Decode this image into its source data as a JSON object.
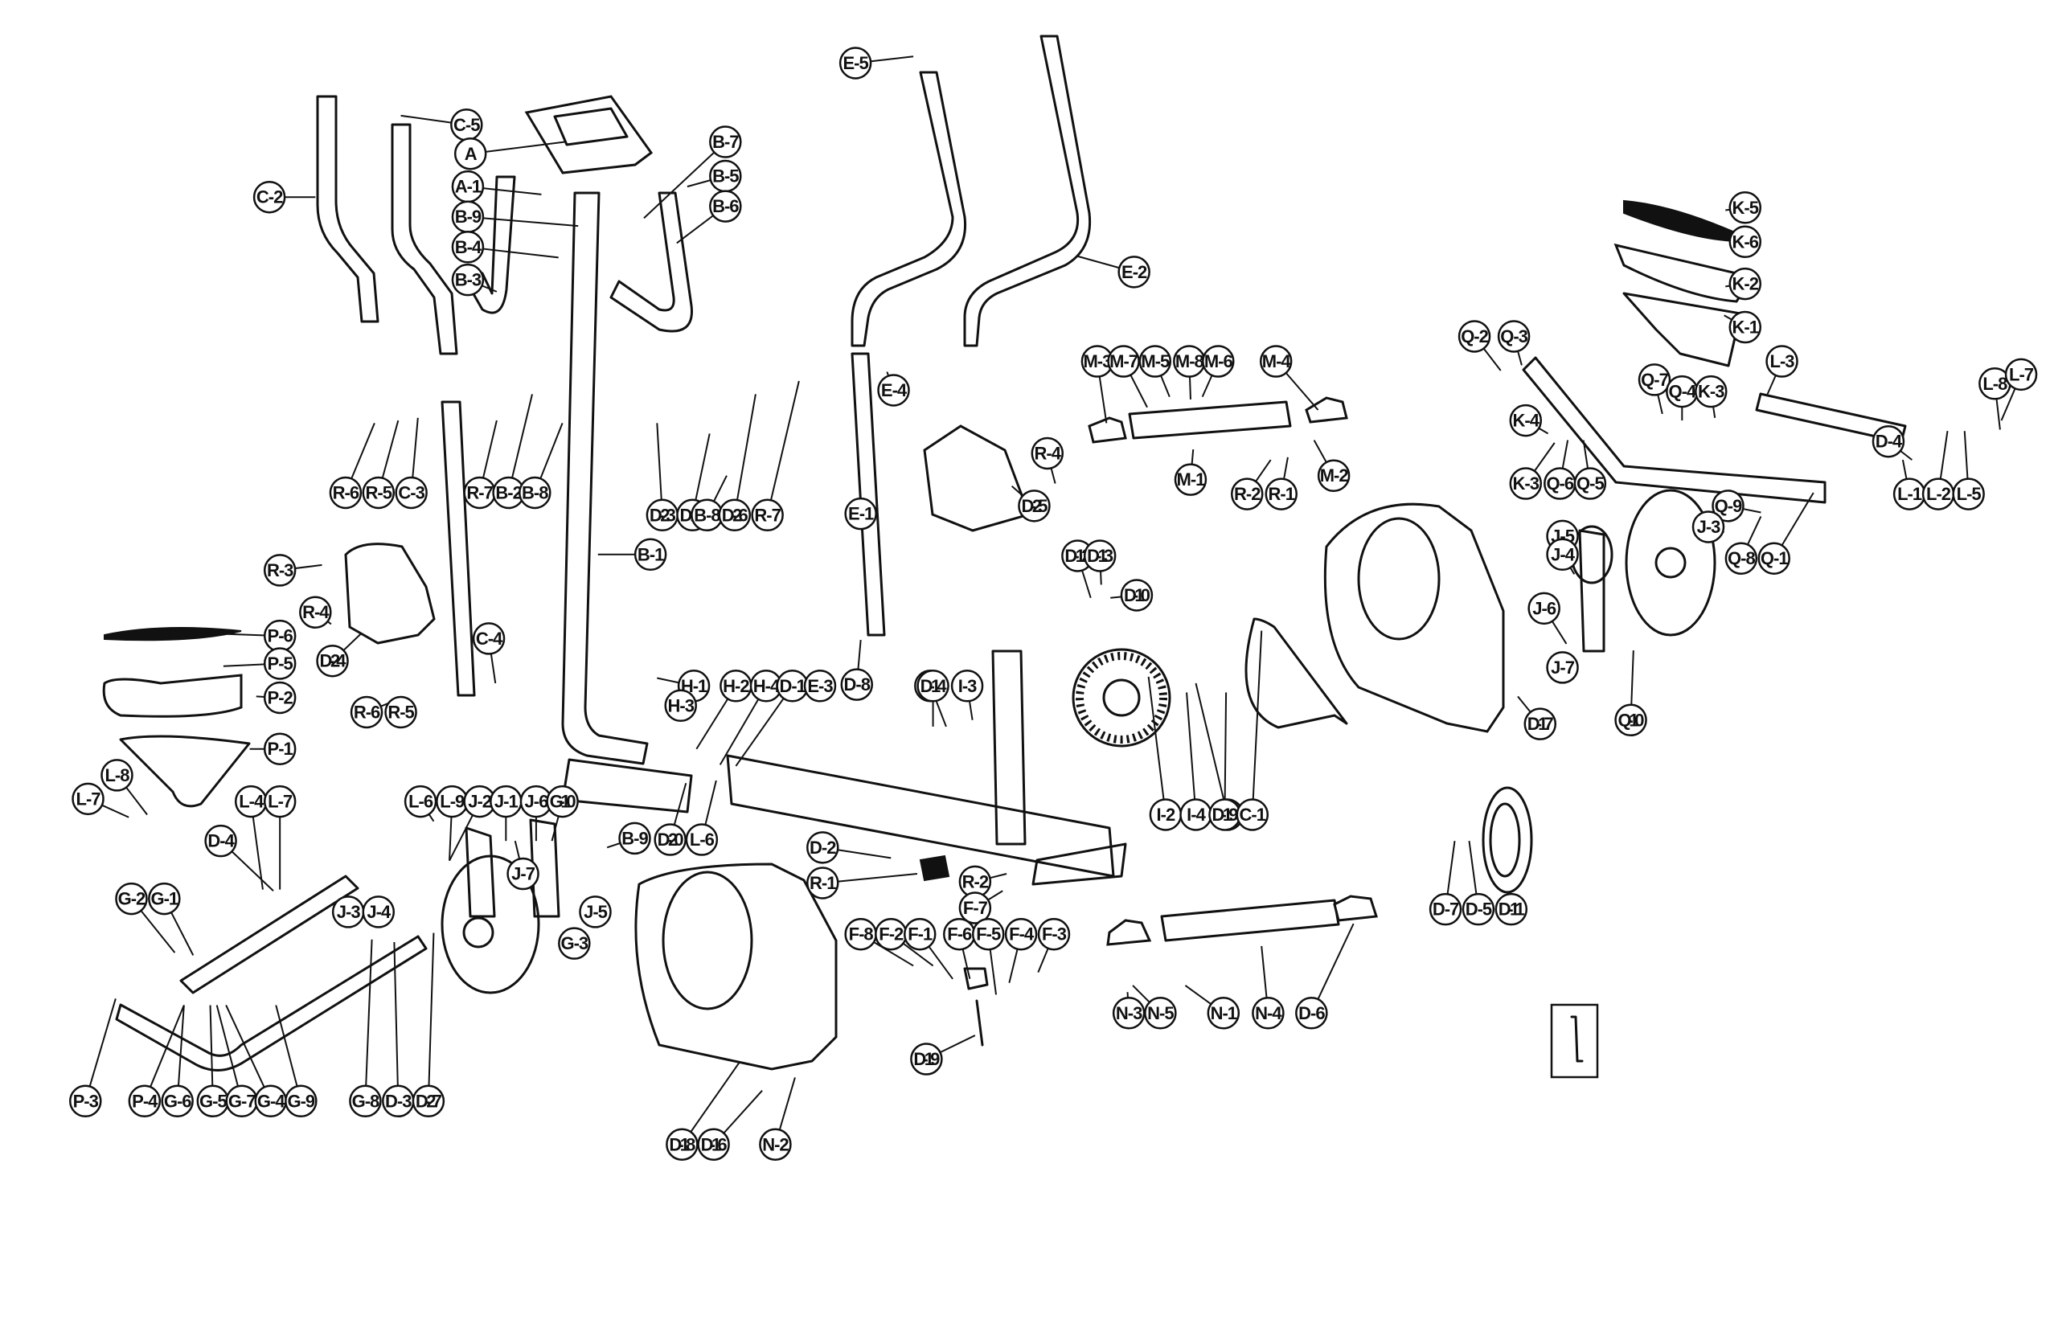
{
  "diagram": {
    "title": "Elliptical trainer exploded parts view",
    "assemblies": {
      "console": [
        "A",
        "A-1"
      ],
      "handlebar_upright": [
        "B-1",
        "B-2",
        "B-3",
        "B-4",
        "B-5",
        "B-6",
        "B-7",
        "B-8",
        "B-9"
      ],
      "left_arm": [
        "C-1",
        "C-2",
        "C-3",
        "C-4",
        "C-5"
      ],
      "main_frame": [
        "D-1",
        "D-2",
        "D-3",
        "D-4",
        "D-5",
        "D-6",
        "D-7",
        "D-8",
        "D-9",
        "D-10",
        "D-11",
        "D-12",
        "D-13",
        "D-14",
        "D-16",
        "D-17",
        "D-18",
        "D-19",
        "D-20",
        "D-22",
        "D-23",
        "D-24",
        "D-25",
        "D-26",
        "D-27"
      ],
      "right_arm": [
        "E-1",
        "E-2",
        "E-3",
        "E-4",
        "E-5"
      ],
      "tension": [
        "F-1",
        "F-2",
        "F-3",
        "F-4",
        "F-5",
        "F-6",
        "F-7",
        "F-8"
      ],
      "left_pedal_arm": [
        "G-1",
        "G-2",
        "G-3",
        "G-4",
        "G-5",
        "G-6",
        "G-7",
        "G-8",
        "G-9",
        "G-10"
      ],
      "upright_mount": [
        "H-1",
        "H-2",
        "H-3",
        "H-4"
      ],
      "flywheel": [
        "I-1",
        "I-2",
        "I-3",
        "I-4"
      ],
      "crank": [
        "J-1",
        "J-2",
        "J-3",
        "J-4",
        "J-5",
        "J-6",
        "J-7"
      ],
      "right_pedal": [
        "K-1",
        "K-2",
        "K-3",
        "K-4",
        "K-5",
        "K-6"
      ],
      "link_bars": [
        "L-1",
        "L-2",
        "L-3",
        "L-4",
        "L-5",
        "L-6",
        "L-7",
        "L-8",
        "L-9"
      ],
      "rear_stabilizer": [
        "M-1",
        "M-2",
        "M-3",
        "M-4",
        "M-5",
        "M-6",
        "M-7",
        "M-8"
      ],
      "front_stabilizer": [
        "N-1",
        "N-2",
        "N-3",
        "N-4",
        "N-5"
      ],
      "left_pedal": [
        "P-1",
        "P-2",
        "P-3",
        "P-4",
        "P-5",
        "P-6"
      ],
      "right_pedal_arm": [
        "Q-1",
        "Q-2",
        "Q-3",
        "Q-4",
        "Q-5",
        "Q-6",
        "Q-7",
        "Q-8",
        "Q-9",
        "Q-10"
      ],
      "hardware": [
        "R-1",
        "R-2",
        "R-3",
        "R-4",
        "R-5",
        "R-6",
        "R-7"
      ]
    },
    "callouts": [
      "C-5",
      "A",
      "A-1",
      "B-9",
      "B-4",
      "B-3",
      "B-7",
      "B-5",
      "B-6",
      "C-2",
      "R-6",
      "R-5",
      "C-3",
      "R-7",
      "B-2",
      "B-8",
      "D-23",
      "D-22",
      "B-8",
      "D-26",
      "R-7",
      "B-1",
      "E-5",
      "E-2",
      "E-4",
      "E-1",
      "D-25",
      "R-4",
      "M-3",
      "M-7",
      "M-5",
      "M-8",
      "M-6",
      "M-4",
      "M-1",
      "R-2",
      "R-1",
      "M-2",
      "K-5",
      "K-6",
      "K-2",
      "K-1",
      "Q-2",
      "Q-3",
      "L-3",
      "Q-7",
      "Q-4",
      "K-3",
      "L-8",
      "L-7",
      "K-4",
      "K-3",
      "Q-6",
      "Q-5",
      "D-4",
      "L-1",
      "L-2",
      "L-5",
      "Q-9",
      "J-3",
      "Q-8",
      "Q-1",
      "J-5",
      "J-4",
      "J-6",
      "J-7",
      "Q-10",
      "D-17",
      "R-3",
      "R-4",
      "D-24",
      "P-6",
      "P-5",
      "P-2",
      "P-1",
      "C-4",
      "R-6",
      "R-5",
      "L-8",
      "L-7",
      "D-12",
      "D-13",
      "D-10",
      "H-1",
      "H-3",
      "H-2",
      "H-4",
      "D-1",
      "E-3",
      "D-8",
      "D-9",
      "D-14",
      "I-3",
      "I-2",
      "I-4",
      "I-1",
      "D-19",
      "C-1",
      "L-6",
      "L-9",
      "J-2",
      "J-1",
      "J-6",
      "G-10",
      "J-7",
      "B-9",
      "D-20",
      "L-6",
      "L-4",
      "L-7",
      "D-4",
      "J-3",
      "J-4",
      "J-5",
      "G-3",
      "G-2",
      "G-1",
      "P-3",
      "P-4",
      "G-6",
      "G-5",
      "G-7",
      "G-4",
      "G-9",
      "G-8",
      "D-3",
      "D-27",
      "D-2",
      "R-1",
      "R-2",
      "F-7",
      "F-8",
      "F-2",
      "F-1",
      "F-6",
      "F-5",
      "F-4",
      "F-3",
      "D-19",
      "D-18",
      "D-16",
      "N-2",
      "N-3",
      "N-5",
      "N-1",
      "N-4",
      "D-6",
      "D-7",
      "D-5",
      "D-11"
    ]
  }
}
